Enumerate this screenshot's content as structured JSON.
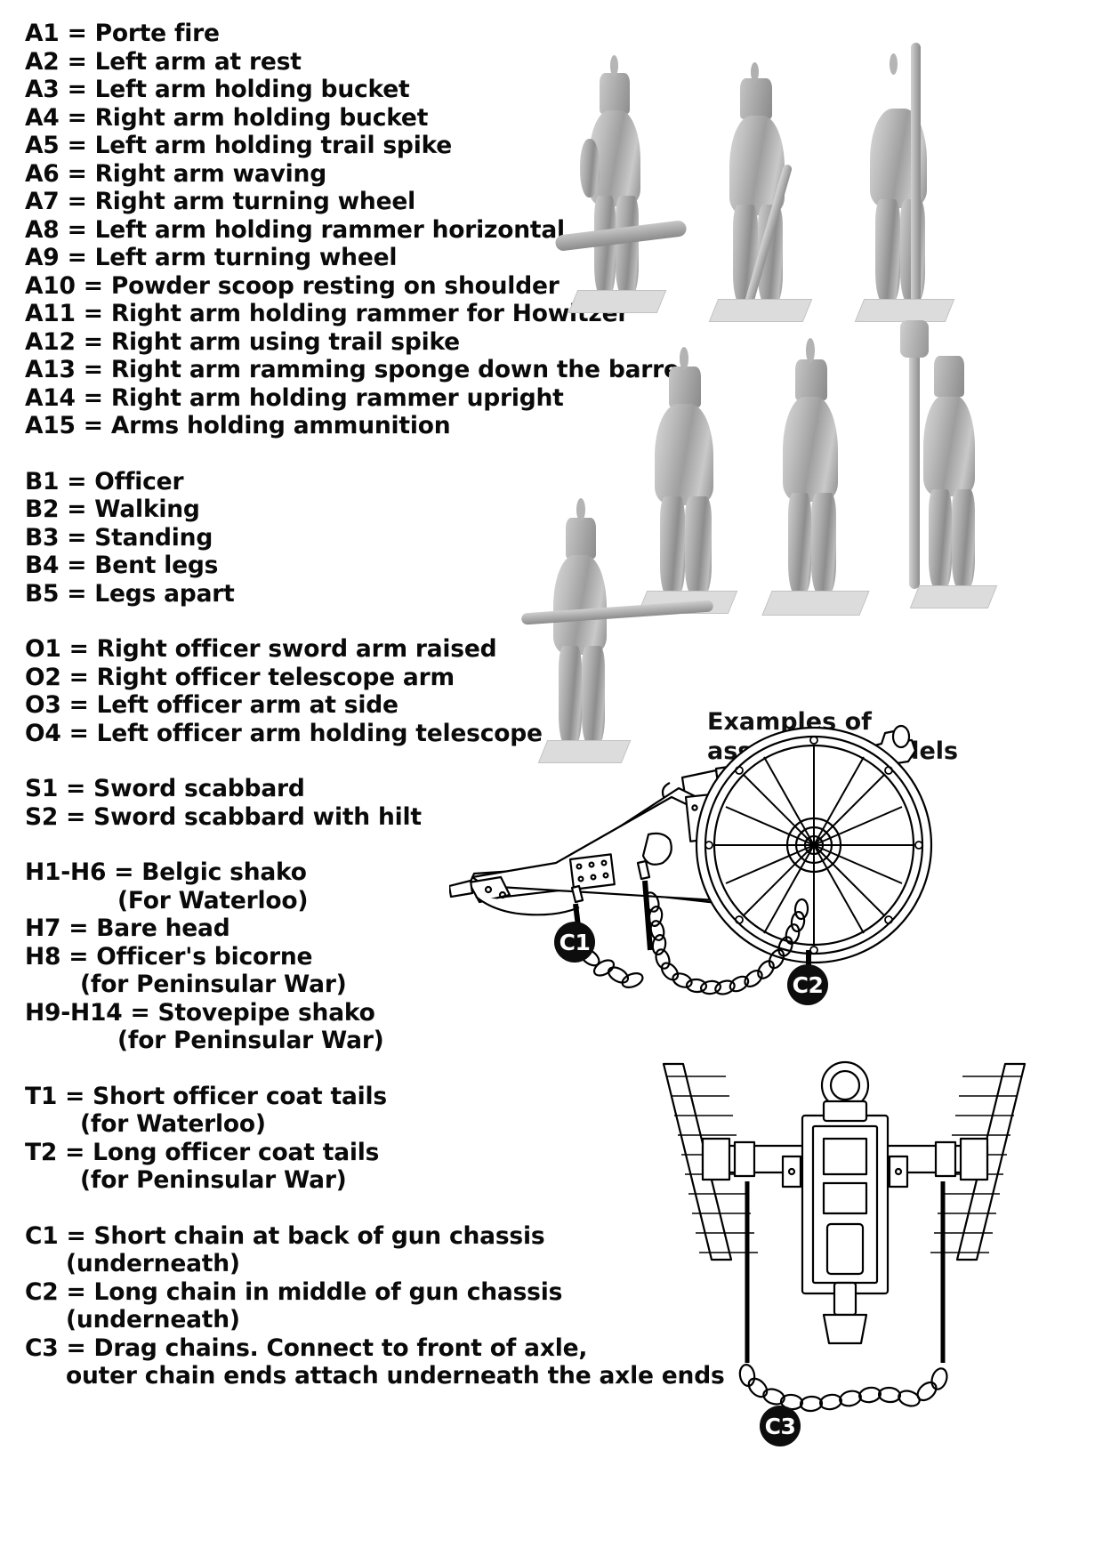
{
  "legend": {
    "groups": [
      {
        "id": "arms",
        "lines": [
          {
            "text": "A1 = Porte fire",
            "indent": 0
          },
          {
            "text": "A2 = Left arm at rest",
            "indent": 0
          },
          {
            "text": "A3 = Left arm holding bucket",
            "indent": 0
          },
          {
            "text": "A4 = Right arm holding bucket",
            "indent": 0
          },
          {
            "text": "A5 = Left arm holding trail spike",
            "indent": 0
          },
          {
            "text": "A6 = Right arm waving",
            "indent": 0
          },
          {
            "text": "A7 = Right arm turning wheel",
            "indent": 0
          },
          {
            "text": "A8 = Left arm holding rammer horizontal",
            "indent": 0
          },
          {
            "text": "A9 = Left arm turning wheel",
            "indent": 0
          },
          {
            "text": "A10 = Powder scoop resting on shoulder",
            "indent": 0
          },
          {
            "text": "A11 = Right arm holding rammer for Howitzer",
            "indent": 0
          },
          {
            "text": "A12 = Right arm using trail spike",
            "indent": 0
          },
          {
            "text": "A13 = Right arm ramming sponge down the barrel",
            "indent": 0
          },
          {
            "text": "A14 = Right arm holding rammer upright",
            "indent": 0
          },
          {
            "text": "A15 = Arms holding ammunition",
            "indent": 0
          }
        ]
      },
      {
        "id": "bodies",
        "lines": [
          {
            "text": "B1 = Officer",
            "indent": 0
          },
          {
            "text": "B2 = Walking",
            "indent": 0
          },
          {
            "text": "B3 = Standing",
            "indent": 0
          },
          {
            "text": "B4 = Bent legs",
            "indent": 0
          },
          {
            "text": "B5 = Legs apart",
            "indent": 0
          }
        ]
      },
      {
        "id": "officer-arms",
        "lines": [
          {
            "text": "O1 = Right officer sword arm raised",
            "indent": 0
          },
          {
            "text": "O2 = Right officer telescope arm",
            "indent": 0
          },
          {
            "text": "O3 = Left officer arm at side",
            "indent": 0
          },
          {
            "text": "O4 = Left officer arm holding telescope",
            "indent": 0
          }
        ]
      },
      {
        "id": "swords",
        "lines": [
          {
            "text": "S1 = Sword scabbard",
            "indent": 0
          },
          {
            "text": "S2 = Sword scabbard with hilt",
            "indent": 0
          }
        ]
      },
      {
        "id": "heads",
        "lines": [
          {
            "text": "H1-H6 = Belgic shako",
            "indent": 0
          },
          {
            "text": "(For Waterloo)",
            "indent": 2
          },
          {
            "text": "H7 = Bare head",
            "indent": 0
          },
          {
            "text": "H8 = Officer's bicorne",
            "indent": 0
          },
          {
            "text": "(for Peninsular War)",
            "indent": 1
          },
          {
            "text": "H9-H14 = Stovepipe shako",
            "indent": 0
          },
          {
            "text": "(for Peninsular War)",
            "indent": 2
          }
        ]
      },
      {
        "id": "tails",
        "lines": [
          {
            "text": "T1 = Short officer coat tails",
            "indent": 0
          },
          {
            "text": "(for Waterloo)",
            "indent": 1
          },
          {
            "text": "T2 = Long officer coat tails",
            "indent": 0
          },
          {
            "text": "(for Peninsular War)",
            "indent": 1
          }
        ]
      },
      {
        "id": "chains",
        "lines": [
          {
            "text": "C1 = Short chain at back of gun chassis",
            "indent": 0
          },
          {
            "text": "(underneath)",
            "indent": 3
          },
          {
            "text": "C2 = Long chain in middle of gun chassis",
            "indent": 0
          },
          {
            "text": "(underneath)",
            "indent": 3
          },
          {
            "text": "C3 = Drag chains. Connect to front of axle,",
            "indent": 0
          },
          {
            "text": "outer chain ends attach underneath the axle ends",
            "indent": 3
          }
        ]
      }
    ]
  },
  "photos": {
    "caption_line1": "Examples of",
    "caption_line2": "assembled models",
    "figures": [
      {
        "name": "gunner-with-rammer-horizontal"
      },
      {
        "name": "gunner-with-sponge"
      },
      {
        "name": "gunner-with-rammer-upright"
      },
      {
        "name": "gunner-holding-ammunition"
      },
      {
        "name": "officer-standing"
      },
      {
        "name": "gunner-with-tall-rammer"
      },
      {
        "name": "gunner-with-trail-spike"
      }
    ]
  },
  "diagrams": {
    "cannon": {
      "label_c1": "C1",
      "label_c2": "C2"
    },
    "limber": {
      "label_c3": "C3"
    }
  },
  "colors": {
    "text": "#0a0a0a",
    "badge_bg": "#0d0d0d",
    "badge_fg": "#ffffff",
    "line_art": "#000000",
    "page_bg": "#ffffff"
  }
}
